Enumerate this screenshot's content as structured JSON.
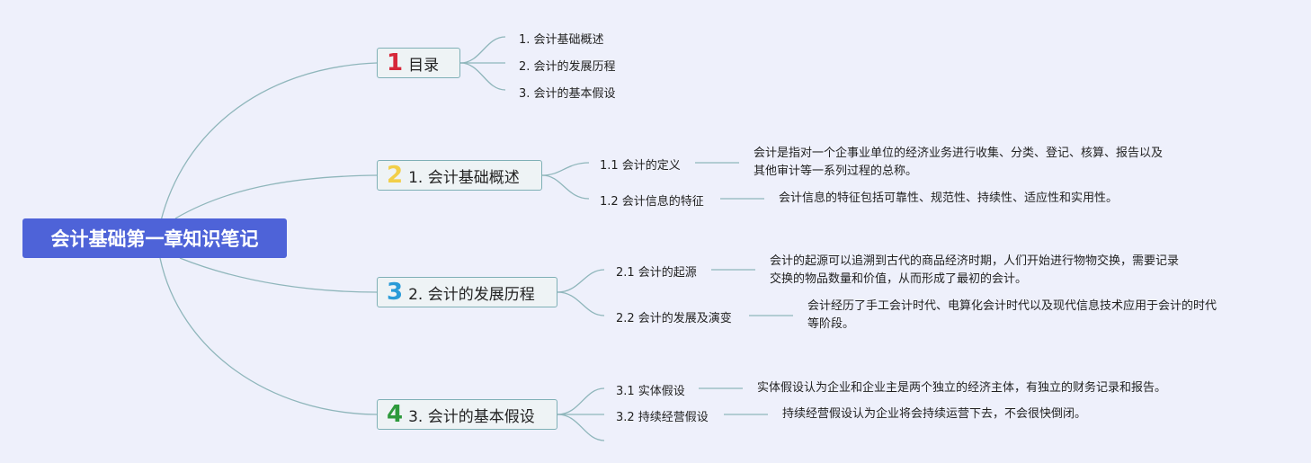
{
  "root": {
    "title": "会计基础第一章知识笔记",
    "color": "#4e63d8"
  },
  "branches": [
    {
      "number": "1",
      "number_color": "#d6283a",
      "label": "目录",
      "children": [
        {
          "label": "1. 会计基础概述"
        },
        {
          "label": "2. 会计的发展历程"
        },
        {
          "label": "3. 会计的基本假设"
        }
      ]
    },
    {
      "number": "2",
      "number_color": "#f2cf48",
      "label": "1. 会计基础概述",
      "children": [
        {
          "label": "1.1 会计的定义",
          "desc": [
            "会计是指对一个企事业单位的经济业务进行收集、分类、登记、核算、报告以及",
            "其他审计等一系列过程的总称。"
          ]
        },
        {
          "label": "1.2 会计信息的特征",
          "desc": [
            "会计信息的特征包括可靠性、规范性、持续性、适应性和实用性。"
          ]
        }
      ]
    },
    {
      "number": "3",
      "number_color": "#2a9bd8",
      "label": "2. 会计的发展历程",
      "children": [
        {
          "label": "2.1 会计的起源",
          "desc": [
            "会计的起源可以追溯到古代的商品经济时期，人们开始进行物物交换，需要记录",
            "交换的物品数量和价值，从而形成了最初的会计。"
          ]
        },
        {
          "label": "2.2 会计的发展及演变",
          "desc": [
            "会计经历了手工会计时代、电算化会计时代以及现代信息技术应用于会计的时代",
            "等阶段。"
          ]
        }
      ]
    },
    {
      "number": "4",
      "number_color": "#2e9a3c",
      "label": "3. 会计的基本假设",
      "children": [
        {
          "label": "3.1 实体假设",
          "desc": [
            "实体假设认为企业和企业主是两个独立的经济主体，有独立的财务记录和报告。"
          ]
        },
        {
          "label": "3.2 持续经营假设",
          "desc": [
            "持续经营假设认为企业将会持续运营下去，不会很快倒闭。"
          ]
        }
      ]
    }
  ],
  "colors": {
    "connector": "#8fb6bb",
    "branch_border": "#7fb0b6",
    "background": "#eef0fb"
  }
}
